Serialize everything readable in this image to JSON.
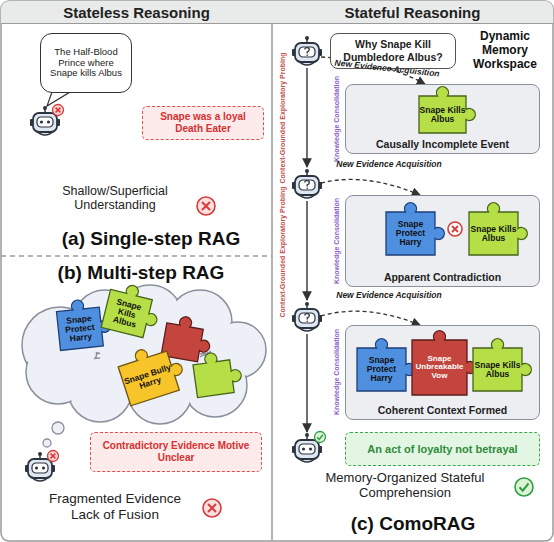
{
  "diagram": {
    "nodes": [
      {
        "text": [
          "Stateless Reasoning"
        ]
      },
      {
        "text": [
          "Stateful Reasoning"
        ]
      },
      {
        "text": [
          "(a) Single-step RAG"
        ]
      },
      {
        "text": [
          "The Half-Blood Prince where Snape kills Albus"
        ],
        "in": 2
      },
      {
        "text": [
          "Snape was a loyal Death Eater"
        ],
        "in": 2
      },
      {
        "text": [
          "(b) Multi-step RAG"
        ]
      },
      {
        "text": [
          "Snape Protect Harry"
        ],
        "in": 5
      },
      {
        "text": [
          "Snape Kills Albus"
        ],
        "in": 5
      },
      {
        "text": [
          "Snape Bully Harry"
        ],
        "in": 5
      },
      {
        "text": [
          "Contradictory Evidence Motive Unclear"
        ],
        "in": 5
      },
      {
        "text": [
          "(c) ComoRAG"
        ]
      },
      {
        "text": [
          "Why Snape Kill Dumbledore Albus?"
        ],
        "in": 10
      },
      {
        "text": [
          "Causally Incomplete Event"
        ],
        "in": 10
      },
      {
        "text": [
          "Snape Kills Albus"
        ],
        "in": 12
      },
      {
        "text": [
          "Apparent Contradiction"
        ],
        "in": 10
      },
      {
        "text": [
          "Snape Protect Harry"
        ],
        "in": 14
      },
      {
        "text": [
          "Snape Kills Albus"
        ],
        "in": 14
      },
      {
        "text": [
          "Coherent Context Formed"
        ],
        "in": 10
      },
      {
        "text": [
          "Snape Protect Harry"
        ],
        "in": 17
      },
      {
        "text": [
          "Snape Unbreakable Vow"
        ],
        "in": 17
      },
      {
        "text": [
          "Snape Kills Albus"
        ],
        "in": 17
      },
      {
        "text": [
          "An act of loyalty not betrayal"
        ],
        "in": 10
      }
    ],
    "labels": [
      "Shallow/Superficial Understanding",
      "Fragmented Evidence Lack of Fusion",
      "Dynamic Memory Workspace",
      "New Evidence Acquisition",
      "Context-Grounded Exploratory Probing",
      "Knowledge Consolidation",
      "New Evidence Acquisition",
      "Context-Grounded Exploratory Probing",
      "Knowledge Consolidation",
      "New Evidence Acquisition",
      "Knowledge Consolidation",
      "Memory-Organized Stateful Comprehension"
    ]
  }
}
